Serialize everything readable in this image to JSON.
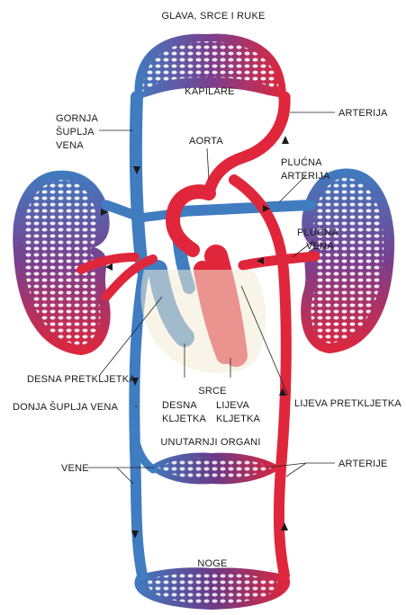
{
  "labels": {
    "head_region": "GLAVA, SRCE I RUKE",
    "capillaries": "KAPILARE",
    "artery_top": "ARTERIJA",
    "superior_vena_cava_1": "GORNJA",
    "superior_vena_cava_2": "ŠUPLJA",
    "superior_vena_cava_3": "VENA",
    "aorta": "AORTA",
    "pulmonary_artery_1": "PLUĆNA",
    "pulmonary_artery_2": "ARTERIJA",
    "pulmonary_vein_1": "PLUĆNA",
    "pulmonary_vein_2": "VENA",
    "right_atrium": "DESNA PRETKLJETKA",
    "inferior_vena_cava": "DONJA ŠUPLJA VENA",
    "heart": "SRCE",
    "right_ventricle_1": "DESNA",
    "right_ventricle_2": "KLJETKA",
    "left_ventricle_1": "LIJEVA",
    "left_ventricle_2": "KLJETKA",
    "left_atrium": "LIJEVA PRETKLJETKA",
    "internal_organs": "UNUTARNJI ORGANI",
    "veins": "VENE",
    "arteries": "ARTERIJE",
    "legs": "NOGE"
  },
  "colors": {
    "vein": "#3f7cc0",
    "artery": "#e0263a",
    "capillary_mid": "#7a3f8f",
    "heart_bg": "#f3ecd6",
    "line": "#222222"
  }
}
